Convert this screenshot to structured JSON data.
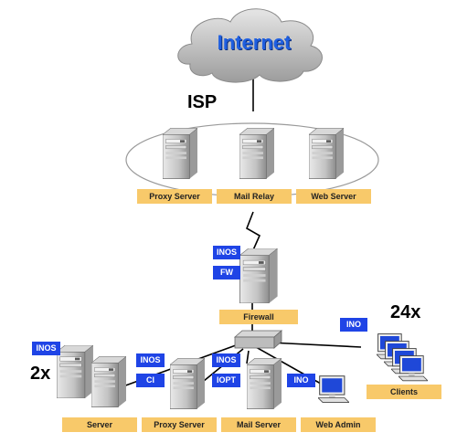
{
  "internet_label": "Internet",
  "isp_label": "ISP",
  "multiplier_clients": "24x",
  "multiplier_server": "2x",
  "isp_labels": {
    "proxy": "Proxy Server",
    "mail": "Mail Relay",
    "web": "Web Server"
  },
  "firewall": {
    "label": "Firewall",
    "tags": [
      "INOS",
      "FW"
    ]
  },
  "clients": {
    "label": "Clients",
    "tag": "INO"
  },
  "bottom": {
    "server": {
      "label": "Server",
      "tag": "INOS"
    },
    "proxy": {
      "label": "Proxy Server",
      "tags": [
        "INOS",
        "CI"
      ]
    },
    "mail": {
      "label": "Mail Server",
      "tags": [
        "INOS",
        "IOPT"
      ]
    },
    "webadmin": {
      "label": "Web Admin",
      "tag": "INO"
    }
  },
  "colors": {
    "tag_blue": "#1f44e6",
    "label_orange": "#f8c96a",
    "internet_blue": "#1f5fe0"
  }
}
